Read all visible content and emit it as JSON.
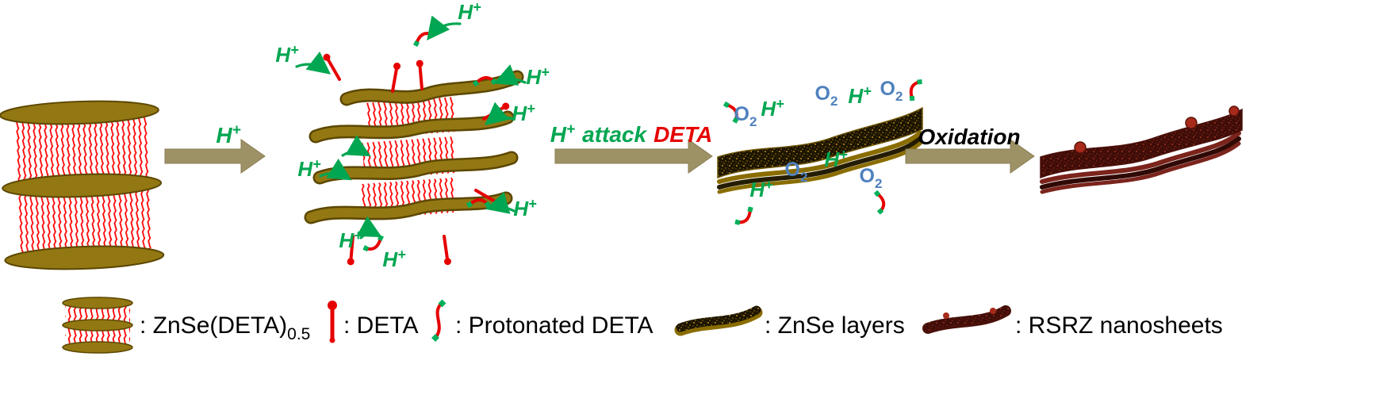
{
  "sym": {
    "h": "H",
    "plus": "+",
    "o": "O",
    "two": "2"
  },
  "arrows": {
    "a1": {
      "h": "H",
      "plus": "+"
    },
    "a2": {
      "h": "H",
      "plus": "+",
      "attack": "attack",
      "deta": "DETA"
    },
    "a3": {
      "label": "Oxidation"
    }
  },
  "legend": {
    "znse_deta": {
      "text": ": ZnSe(DETA)",
      "sub": "0.5"
    },
    "deta": ": DETA",
    "protonated": ": Protonated DETA",
    "znse_layers": ": ZnSe layers",
    "rsrz": ": RSRZ nanosheets"
  },
  "colors": {
    "h_plus_green": "#00a651",
    "o2_blue": "#4f81bd",
    "deta_red": "#e60000",
    "block_arrow_tan": "#9d9166",
    "znse_slab_olive": "#937712",
    "znse_layer_dark": "#1c1400",
    "rsrz_dark_red": "#3f0d07",
    "background": "#ffffff"
  }
}
